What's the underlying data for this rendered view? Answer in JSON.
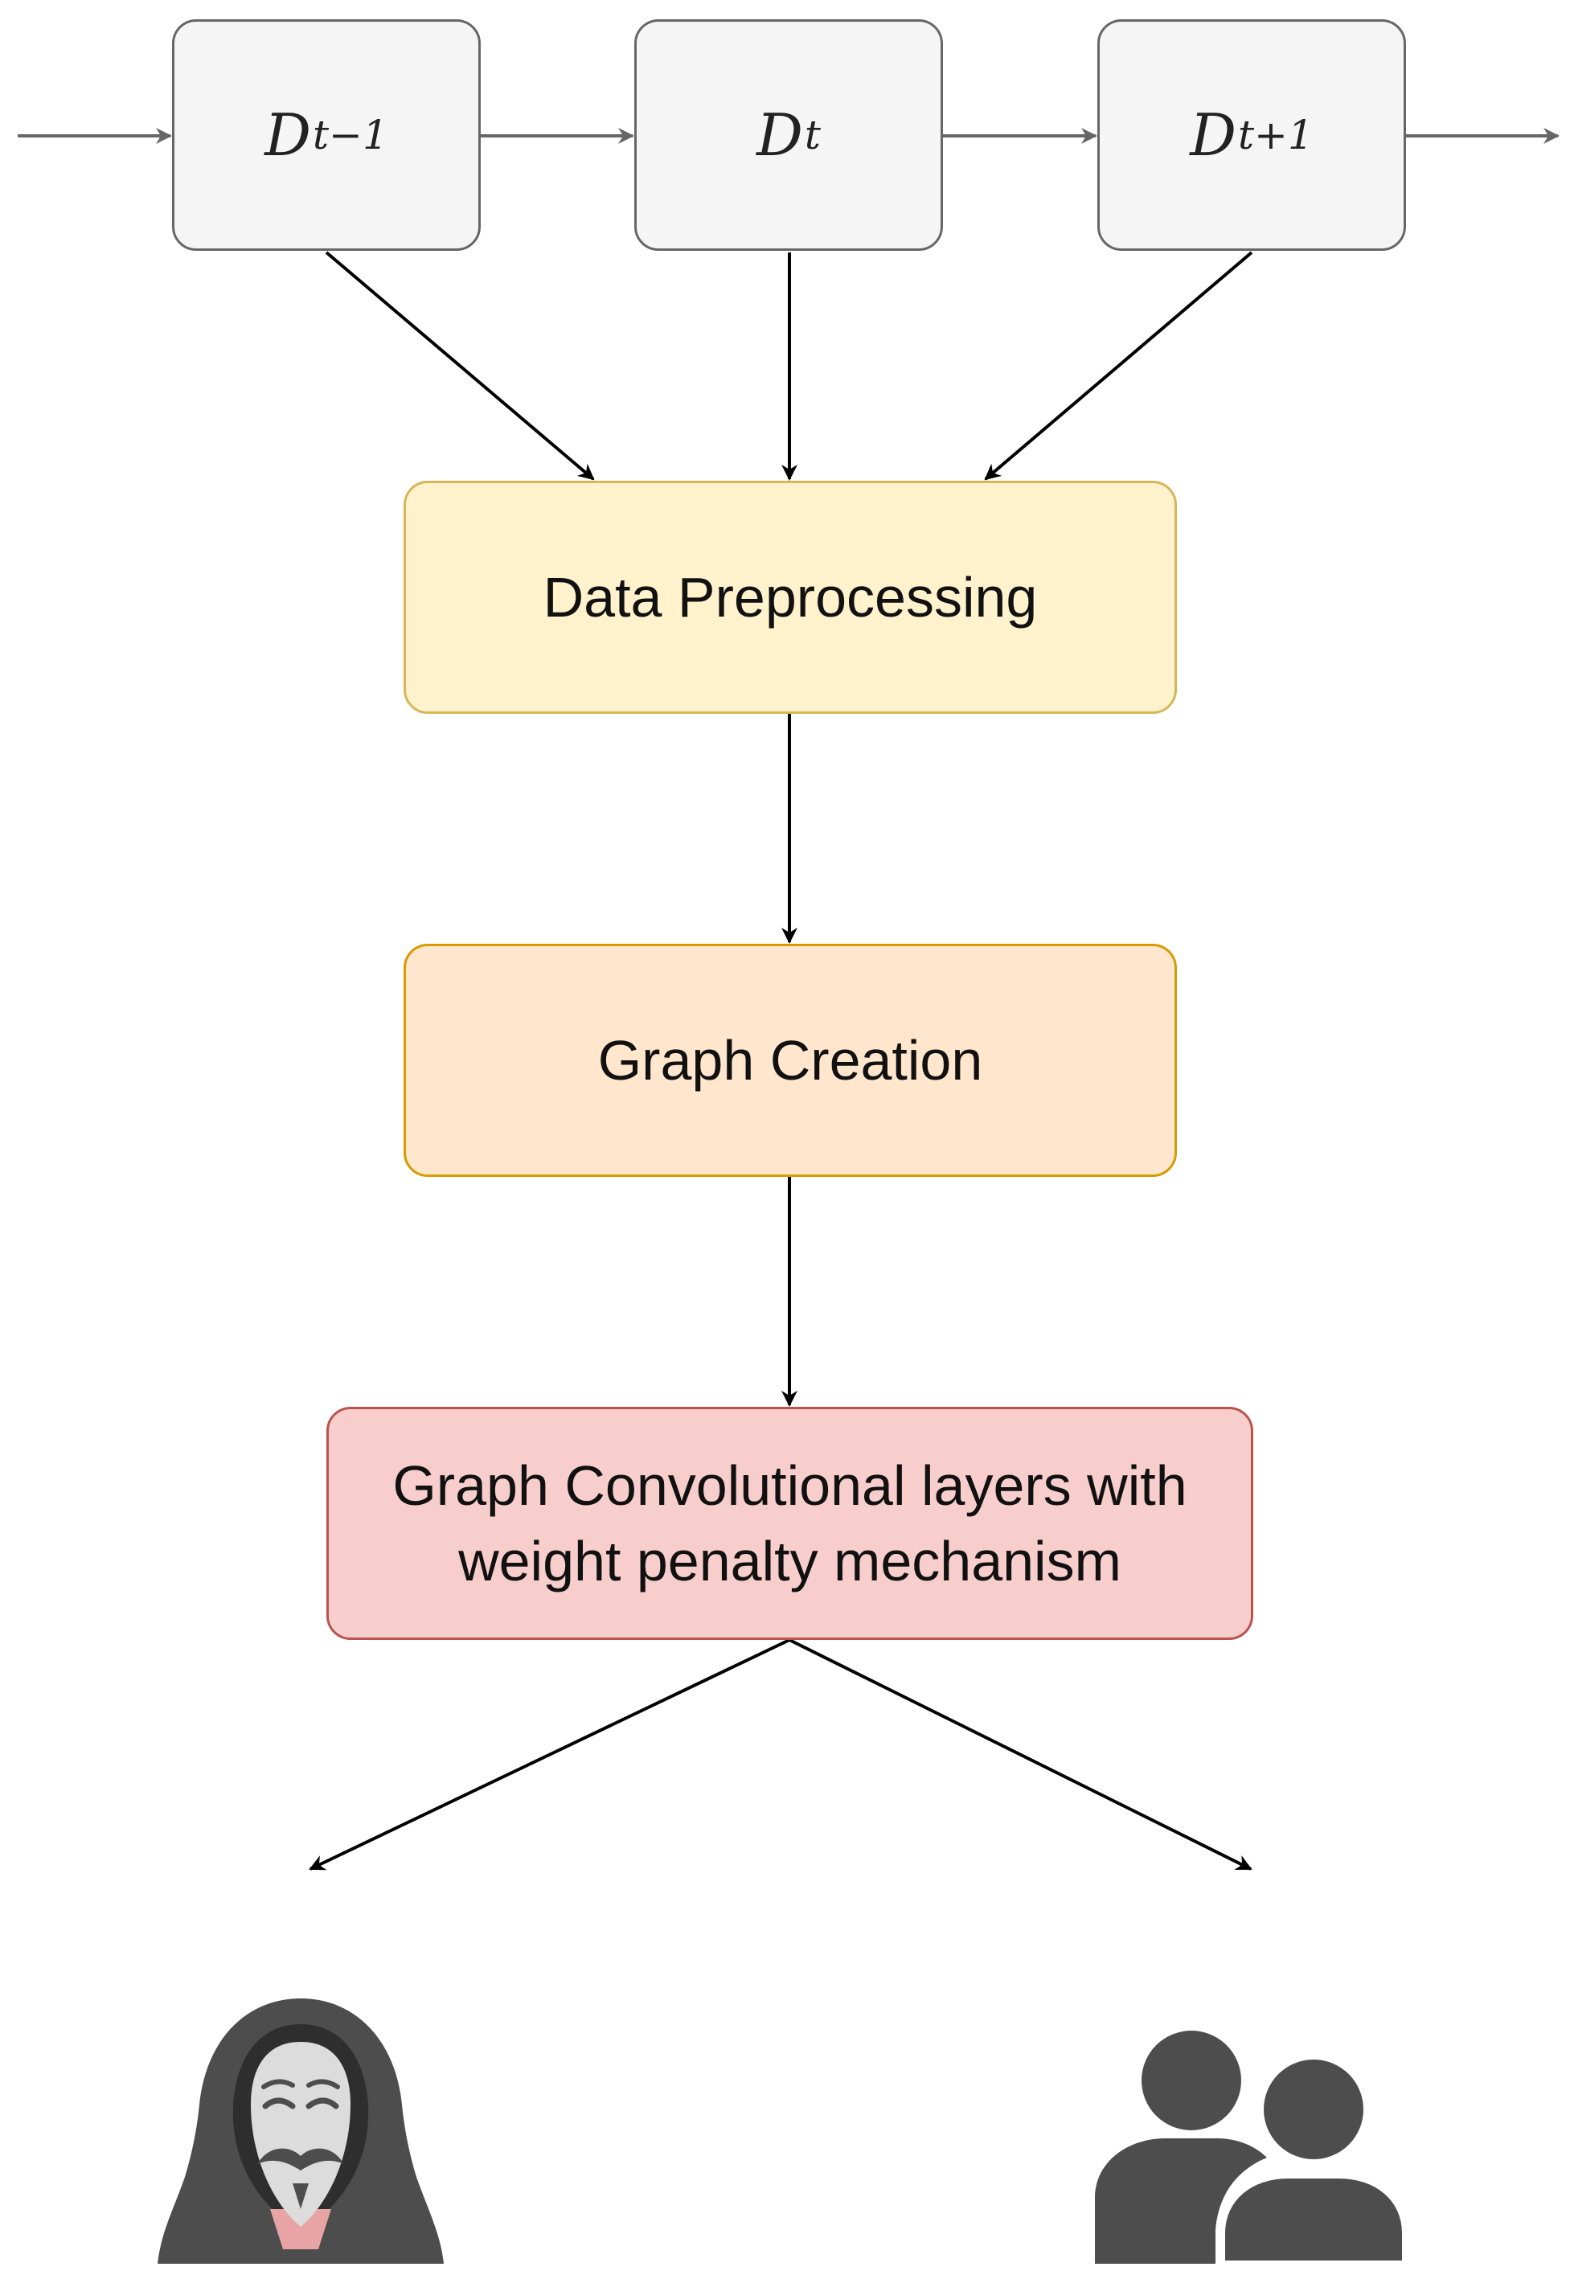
{
  "nodes": {
    "d_prev": {
      "base": "D",
      "sub": "t−1"
    },
    "d_curr": {
      "base": "D",
      "sub": "t"
    },
    "d_next": {
      "base": "D",
      "sub": "t+1"
    },
    "preprocessing": "Data Preprocessing",
    "graph_creation": "Graph Creation",
    "gcn_line1": "Graph Convolutional layers with",
    "gcn_line2": "weight penalty mechanism"
  },
  "icons": {
    "left": "anonymous-hacker-icon",
    "right": "users-group-icon"
  },
  "colors": {
    "data_fill": "#f5f5f5",
    "data_stroke": "#666666",
    "preprocessing_fill": "#fff2cc",
    "preprocessing_stroke": "#d6b656",
    "graph_fill": "#ffe6cc",
    "graph_stroke": "#d79b00",
    "gcn_fill": "#f8cecc",
    "gcn_stroke": "#b85450",
    "icon_dark": "#4d4d4d"
  }
}
